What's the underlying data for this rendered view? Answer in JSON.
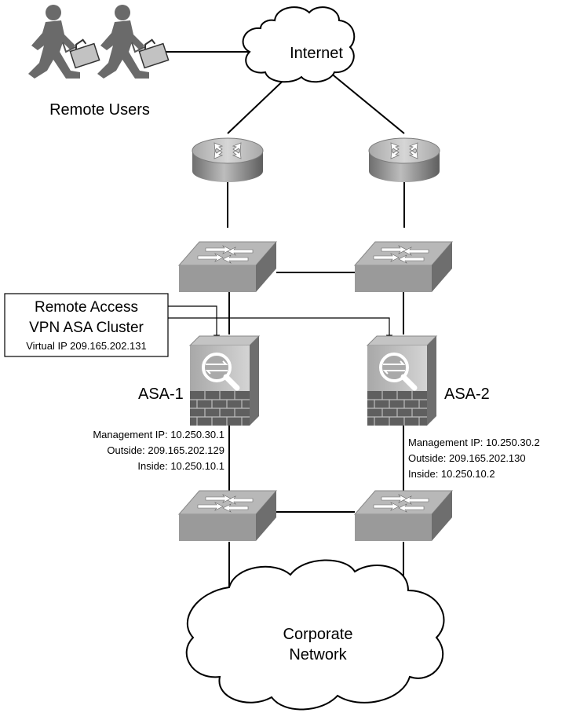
{
  "colors": {
    "line": "#000000",
    "device_gray": "#9a9a9a",
    "device_dark": "#6e6e6e",
    "cloud_fill": "#ffffff",
    "person": "#6a6a6a"
  },
  "clouds": {
    "internet": {
      "label": "Internet"
    },
    "corporate": {
      "line1": "Corporate",
      "line2": "Network"
    }
  },
  "remote_users": {
    "label": "Remote Users",
    "icon": "person-with-briefcase-icon"
  },
  "cluster_box": {
    "line1": "Remote Access",
    "line2": "VPN ASA Cluster",
    "line3": "Virtual IP 209.165.202.131"
  },
  "asa1": {
    "name": "ASA-1",
    "mgmt": "Management IP: 10.250.30.1",
    "outside": "Outside: 209.165.202.129",
    "inside": "Inside: 10.250.10.1"
  },
  "asa2": {
    "name": "ASA-2",
    "mgmt": "Management IP: 10.250.30.2",
    "outside": "Outside: 209.165.202.130",
    "inside": "Inside: 10.250.10.2"
  },
  "icons": {
    "router": "router-icon",
    "switch": "switch-icon",
    "firewall": "asa-firewall-icon",
    "cloud": "cloud-icon"
  }
}
